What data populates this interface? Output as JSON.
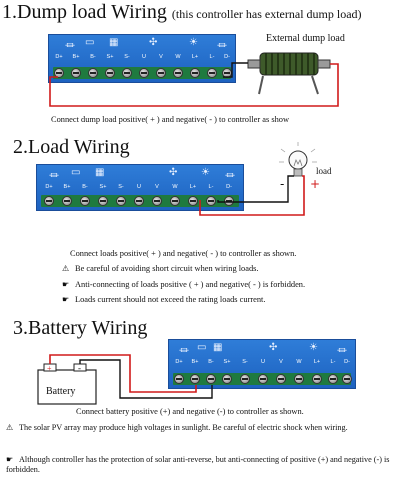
{
  "section1": {
    "title": "1.Dump load Wiring",
    "subtitle": "(this controller has external dump load)",
    "dump_load_label": "External dump load",
    "instruction": "Connect dump load   positive( + ) and negative( - ) to controller as show"
  },
  "section2": {
    "title": "2.Load Wiring",
    "load_label": "load",
    "minus": "-",
    "plus": "+",
    "instruction": "Connect loads positive( + ) and negative( - ) to controller as shown.",
    "notes": [
      "Be careful of avoiding short circuit when wiring loads.",
      "Anti-connecting of loads positive ( + ) and negative( - ) is forbidden.",
      "Loads current should not exceed the rating loads current."
    ]
  },
  "section3": {
    "title": "3.Battery Wiring",
    "battery_label": "Battery",
    "plus": "+",
    "minus": "-",
    "instruction": "Connect battery positive (+) and negative (-) to controller as shown.",
    "notes": [
      "The solar PV array may produce high voltages in sunlight. Be careful of electric shock when wiring.",
      "Although controller has the protection of solar anti-reverse, but anti-connecting of positive (+) and negative (-) is forbidden."
    ]
  },
  "terminals": [
    "D+",
    "B+",
    "B-",
    "S+",
    "S-",
    "U",
    "V",
    "W",
    "L+",
    "L-",
    "D-"
  ],
  "colors": {
    "panel": "#2a74d0",
    "terminal_strip": "#1f7a3f",
    "wire_red": "#d11a1a",
    "wire_black": "#111111"
  },
  "icons": {
    "warning": "warning-icon",
    "forbidden": "forbidden-hand-icon"
  }
}
